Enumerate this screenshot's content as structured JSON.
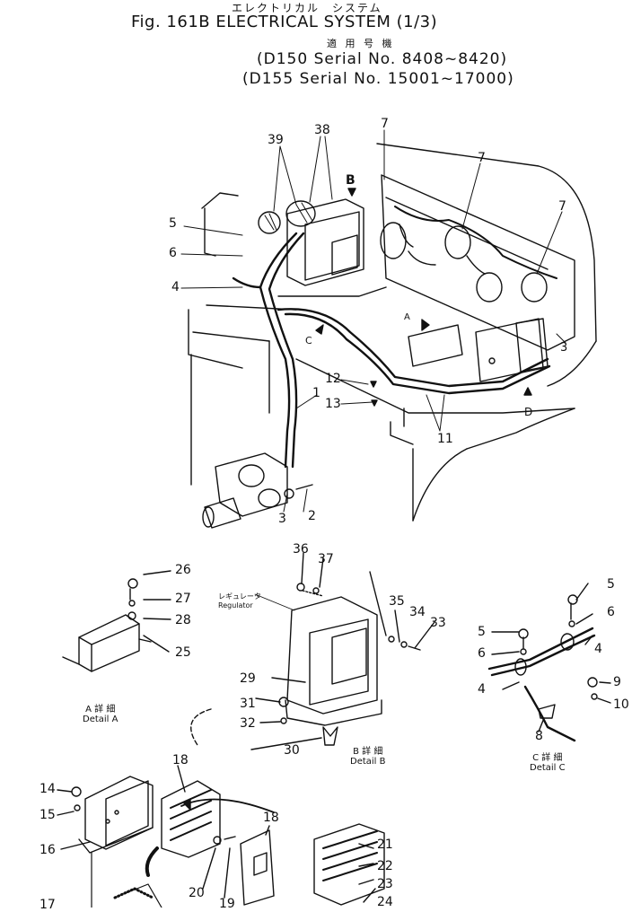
{
  "header": {
    "japanese_title": "エレクトリカル　システム",
    "figure_title": "Fig. 161B ELECTRICAL SYSTEM (1/3)",
    "applicable_japanese": "適 用 号 機",
    "serial_d150": "(D150 Serial No. 8408~8420)",
    "serial_d155": "(D155 Serial No. 15001~17000)"
  },
  "details": {
    "a_jp": "A 詳 細",
    "a_en": "Detail  A",
    "b_jp": "B 詳 細",
    "b_en": "Detail  B",
    "c_jp": "C 詳 細",
    "c_en": "Detail  C"
  },
  "regulator": {
    "jp": "レギュレータ",
    "en": "Regulator"
  },
  "view_letters": {
    "a": "A",
    "b": "B",
    "c": "C",
    "d": "D"
  },
  "callouts": {
    "n1": "1",
    "n2": "2",
    "n3": "3",
    "n4": "4",
    "n4b": "4",
    "n4c": "4",
    "n5": "5",
    "n5b": "5",
    "n5c": "5",
    "n6": "6",
    "n6b": "6",
    "n6c": "6",
    "n7a": "7",
    "n7b": "7",
    "n7c": "7",
    "n8": "8",
    "n9": "9",
    "n10": "10",
    "n11": "11",
    "n12": "12",
    "n13": "13",
    "n14": "14",
    "n15": "15",
    "n16": "16",
    "n17": "17",
    "n18a": "18",
    "n18b": "18",
    "n19": "19",
    "n20": "20",
    "n21": "21",
    "n22": "22",
    "n23": "23",
    "n24": "24",
    "n25": "25",
    "n26": "26",
    "n27": "27",
    "n28": "28",
    "n29": "29",
    "n30": "30",
    "n31": "31",
    "n32": "32",
    "n33": "33",
    "n34": "34",
    "n35": "35",
    "n36": "36",
    "n37": "37",
    "n38": "38",
    "n39": "39"
  }
}
